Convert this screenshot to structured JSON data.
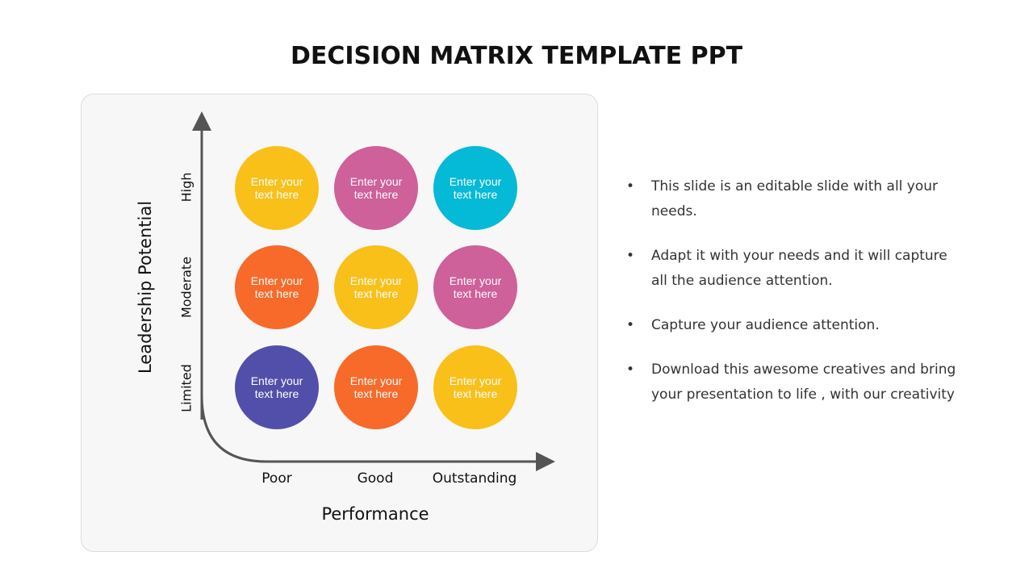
{
  "title": "DECISION MATRIX TEMPLATE PPT",
  "matrix": {
    "y_axis_title": "Leadership Potential",
    "x_axis_title": "Performance",
    "rows": [
      "High",
      "Moderate",
      "Limited"
    ],
    "columns": [
      "Poor",
      "Good",
      "Outstanding"
    ],
    "cells": [
      {
        "text": "Enter your text here",
        "color": "#F9C01A"
      },
      {
        "text": "Enter your text here",
        "color": "#CE609A"
      },
      {
        "text": "Enter your text here",
        "color": "#04BAD6"
      },
      {
        "text": "Enter your text here",
        "color": "#F76A29"
      },
      {
        "text": "Enter your text here",
        "color": "#F9C01A"
      },
      {
        "text": "Enter your text here",
        "color": "#CE609A"
      },
      {
        "text": "Enter your text here",
        "color": "#524FAA"
      },
      {
        "text": "Enter your text here",
        "color": "#F76A29"
      },
      {
        "text": "Enter your text here",
        "color": "#F9C01A"
      }
    ]
  },
  "bullets": [
    "This slide is an editable slide with all your needs.",
    "Adapt it with your needs and it will capture all the audience attention.",
    "Capture your audience attention.",
    "Download this awesome creatives and bring your presentation to life , with our creativity"
  ],
  "bullet_char": "•"
}
